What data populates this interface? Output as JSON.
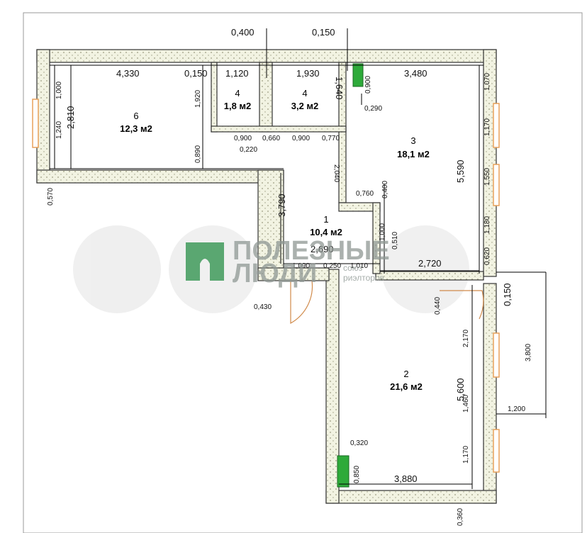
{
  "rooms": [
    {
      "number": "6",
      "area": "12,3 м2"
    },
    {
      "number": "4",
      "area": "1,8 м2"
    },
    {
      "number": "4",
      "area": "3,2 м2"
    },
    {
      "number": "3",
      "area": "18,1 м2"
    },
    {
      "number": "1",
      "area": "10,4 м2"
    },
    {
      "number": "2",
      "area": "21,6 м2"
    }
  ],
  "dimensions": {
    "top_0400": "0,400",
    "top_0150": "0,150",
    "d4330": "4,330",
    "d0150a": "0,150",
    "d1120": "1,120",
    "d1930": "1,930",
    "d3480": "3,480",
    "d1000": "1,000",
    "d2810": "2,810",
    "d1240": "1,240",
    "d0570": "0,570",
    "d1920": "1,920",
    "d0890": "0,890",
    "d0900a": "0,900",
    "d0660": "0,660",
    "d0900b": "0,900",
    "d0770": "0,770",
    "d0220": "0,220",
    "d1640": "1,640",
    "d0900c": "0,900",
    "d0290": "0,290",
    "d2040": "2,040",
    "d3790": "3,790",
    "d0760": "0,760",
    "d0400": "0,400",
    "d1070": "1,070",
    "d1170a": "1,170",
    "d5590": "5,590",
    "d1550": "1,550",
    "d1180": "1,180",
    "d0620": "0,620",
    "d2720": "2,720",
    "d0150b": "0,150",
    "d1000b": "1,000",
    "d0510": "0,510",
    "d2690": "2,690",
    "d1090": "1,090",
    "d0250": "0,250",
    "d1010": "1,010",
    "d0430": "0,430",
    "d0440": "0,440",
    "d2170": "2,170",
    "d5600": "5,600",
    "d3800": "3,800",
    "d1460": "1,460",
    "d1200": "1,200",
    "d1170b": "1,170",
    "d0320": "0,320",
    "d0850": "0,850",
    "d3880": "3,880",
    "d0360": "0,360"
  },
  "watermark": {
    "line1": "ПОЛЕЗНЫЕ",
    "line2": "ЛЮДИ",
    "sub1": "союз",
    "sub2": "риэлторов"
  },
  "colors": {
    "wall_fill": "#f2f3e2",
    "shaft_green": "#2eaa3a",
    "logo_green": "#3f9a5a",
    "watermark_gray": "#8f9894",
    "window": "#e8a15a"
  }
}
